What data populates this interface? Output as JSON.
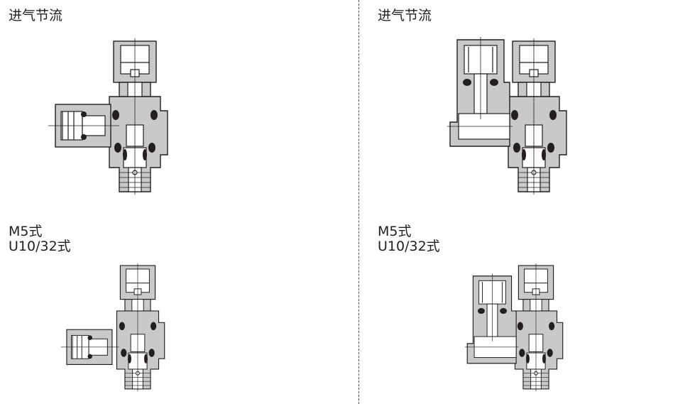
{
  "panels": [
    {
      "id": "top-left",
      "title": "进气节流"
    },
    {
      "id": "top-right",
      "title": "进气节流"
    },
    {
      "id": "bottom-left",
      "title_line1": "M5式",
      "title_line2": "U10/32式"
    },
    {
      "id": "bottom-right",
      "title_line1": "M5式",
      "title_line2": "U10/32式"
    }
  ]
}
